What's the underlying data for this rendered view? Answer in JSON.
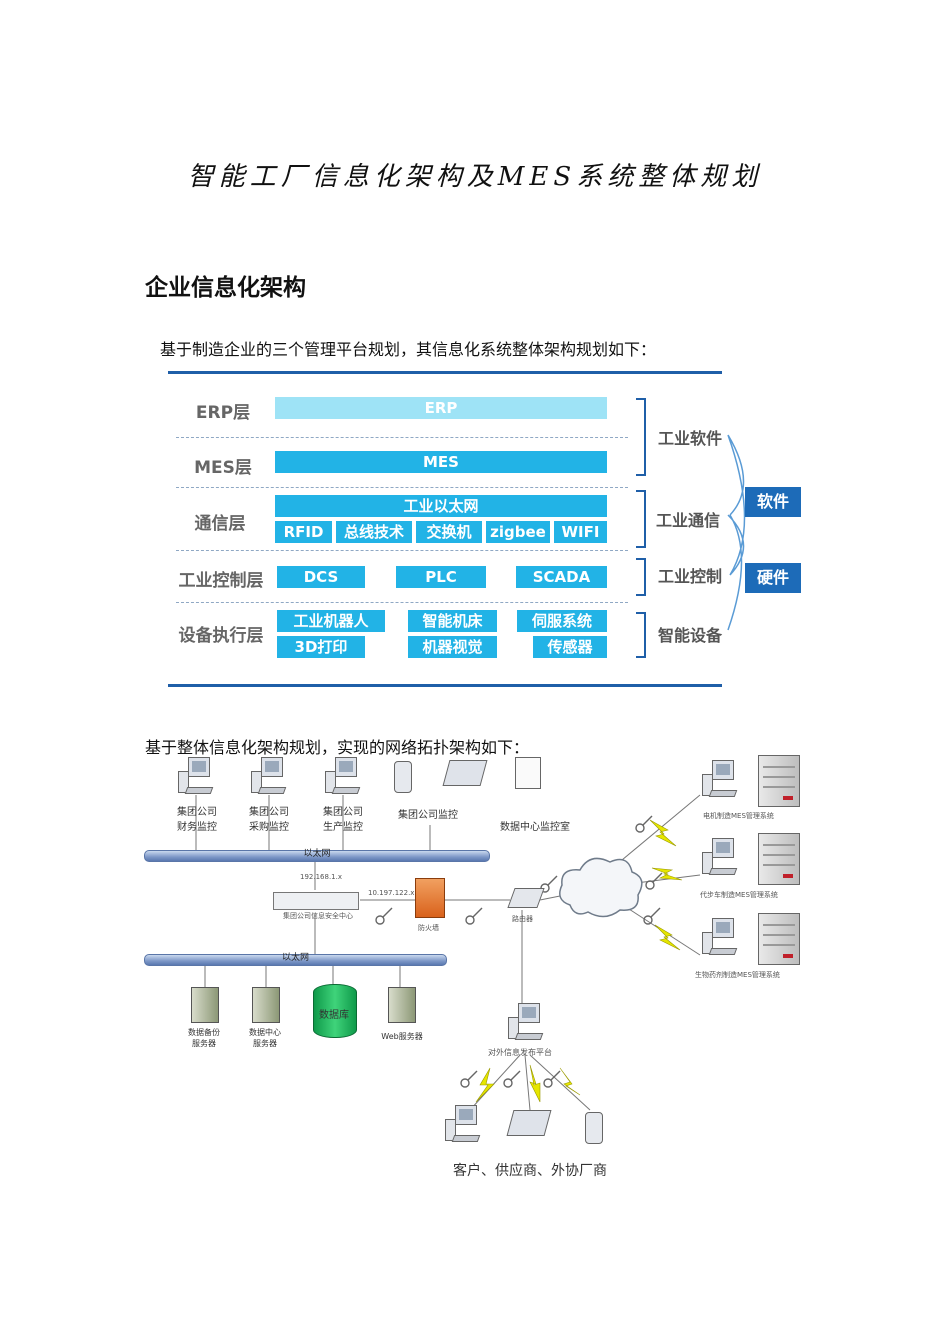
{
  "title": "智能工厂信息化架构及MES系统整体规划",
  "heading": "企业信息化架构",
  "intro_architecture": "基于制造企业的三个管理平台规划，其信息化系统整体架构规划如下：",
  "intro_network": "基于整体信息化架构规划，实现的网络拓扑架构如下：",
  "architecture": {
    "layers": [
      "ERP层",
      "MES层",
      "通信层",
      "工业控制层",
      "设备执行层"
    ],
    "erp_bar": "ERP",
    "mes_bar": "MES",
    "comm_top": "工业以太网",
    "comm_items": [
      "RFID",
      "总线技术",
      "交换机",
      "zigbee",
      "WIFI"
    ],
    "control_items": [
      "DCS",
      "PLC",
      "SCADA"
    ],
    "device_row1": [
      "工业机器人",
      "智能机床",
      "伺服系统"
    ],
    "device_row2": [
      "3D打印",
      "机器视觉",
      "传感器"
    ],
    "categories": [
      "工业软件",
      "工业通信",
      "工业控制",
      "智能设备"
    ],
    "side": [
      "软件",
      "硬件"
    ],
    "colors": {
      "bar": "#22b3e6",
      "bar_light": "#9ee3f6",
      "line": "#1f5fa8",
      "side": "#1d6bb8"
    }
  },
  "network": {
    "top_labels": [
      "集团公司\n财务监控",
      "集团公司\n采购监控",
      "集团公司\n生产监控",
      "集团公司监控",
      "数据中心监控室"
    ],
    "bus1": "以太网",
    "bus2": "以太网",
    "ip1": "192.168.1.x",
    "ip2": "10.197.122.x",
    "security_center": "集团公司信息安全中心",
    "firewall": "防火墙",
    "router": "路由器",
    "servers": [
      "数据备份\n服务器",
      "数据中心\n服务器",
      "数据库",
      "Web服务器"
    ],
    "publish": "对外信息发布平台",
    "remote_sites": [
      "电机制造MES管理系统",
      "代步车制造MES管理系统",
      "生物药剂制造MES管理系统"
    ],
    "external": "客户、供应商、外协厂商"
  }
}
